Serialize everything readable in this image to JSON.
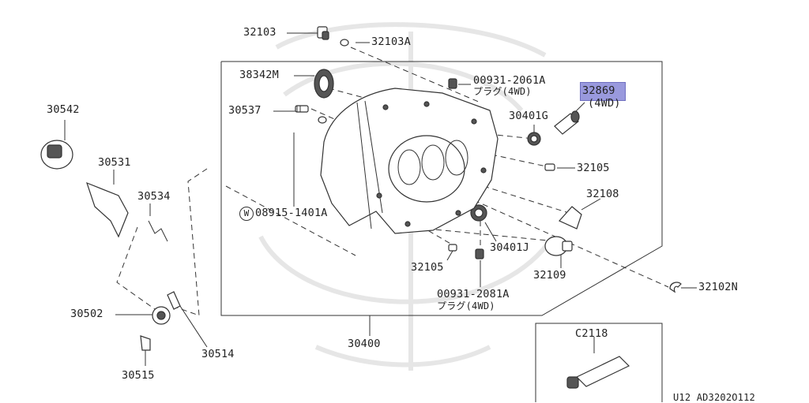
{
  "diagram_id": "U12  AD3202O112",
  "highlighted_part": "32869",
  "labels": {
    "p32103": "32103",
    "p32103A": "32103A",
    "p38342M": "38342M",
    "p00931_2061A": "00931-2061A",
    "plug_4wd_upper": "プラグ(4WD)",
    "p32869": "32869",
    "p32869_note": "(4WD)",
    "p30542": "30542",
    "p30537": "30537",
    "p30401G": "30401G",
    "p30531": "30531",
    "p32105_right": "32105",
    "p30534": "30534",
    "p32108": "32108",
    "w_symbol": "W",
    "p08915_1401A": "08915-1401A",
    "p30401J": "30401J",
    "p32105_lower": "32105",
    "p32109": "32109",
    "p32102N": "32102N",
    "p00931_2081A": "00931-2081A",
    "plug_4wd_lower": "プラグ(4WD)",
    "p30502": "30502",
    "p30514": "30514",
    "p30400": "30400",
    "p30515": "30515",
    "pC2118": "C2118"
  }
}
